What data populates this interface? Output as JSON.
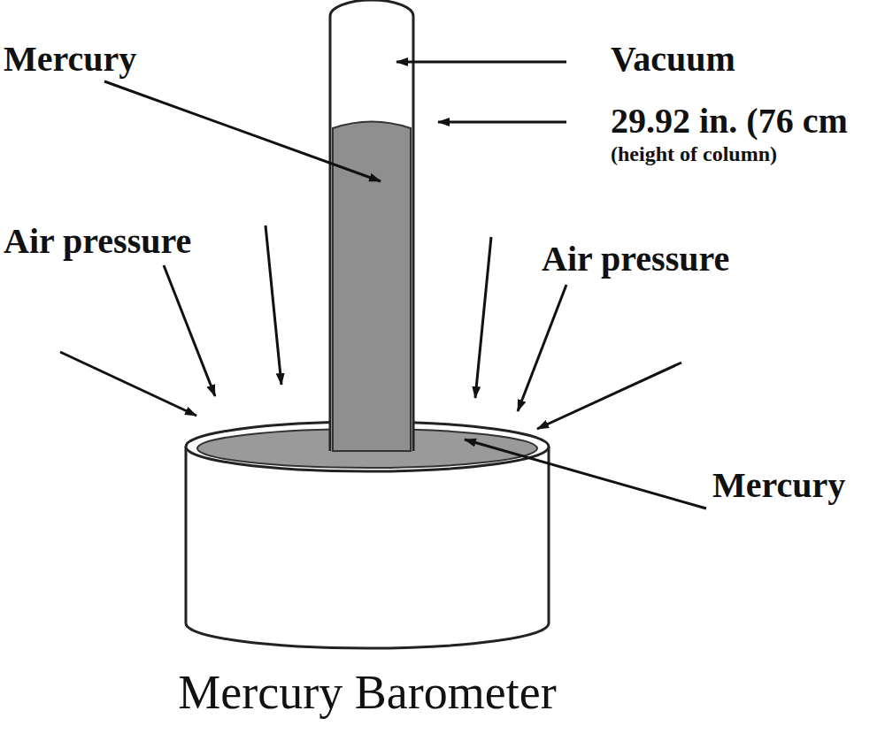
{
  "diagram": {
    "caption": "Mercury Barometer",
    "labels": [
      "Mercury",
      "Vacuum",
      "29.92 in. (76 cm",
      "(height of column)",
      "Air pressure",
      "Air pressure",
      "Mercury"
    ]
  }
}
